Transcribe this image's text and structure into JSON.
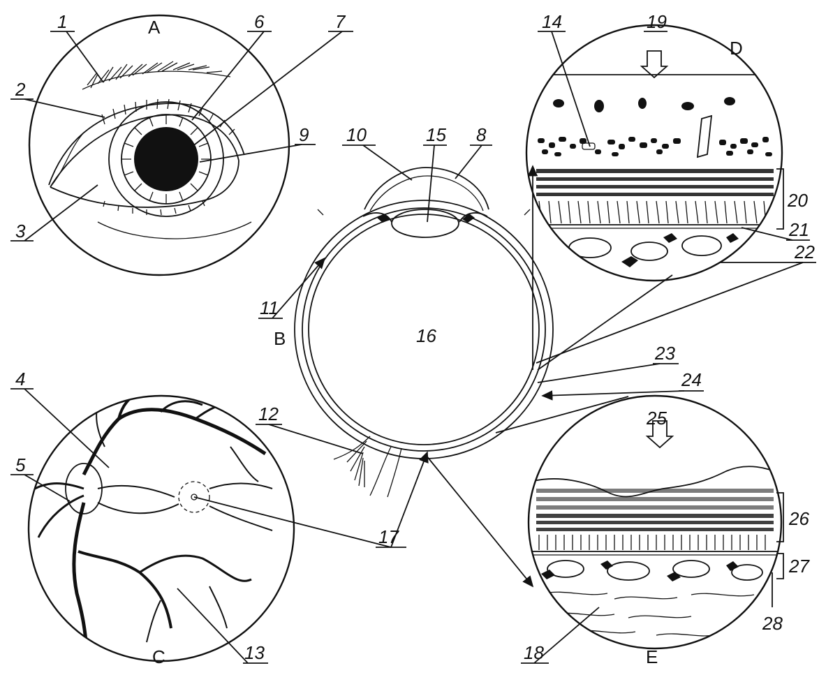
{
  "panels": {
    "A": "A",
    "B": "B",
    "C": "C",
    "D": "D",
    "E": "E"
  },
  "numbers": {
    "n1": "1",
    "n2": "2",
    "n3": "3",
    "n4": "4",
    "n5": "5",
    "n6": "6",
    "n7": "7",
    "n8": "8",
    "n9": "9",
    "n10": "10",
    "n11": "11",
    "n12": "12",
    "n13": "13",
    "n14": "14",
    "n15": "15",
    "n16": "16",
    "n17": "17",
    "n18": "18",
    "n19": "19",
    "n20": "20",
    "n21": "21",
    "n22": "22",
    "n23": "23",
    "n24": "24",
    "n25": "25",
    "n26": "26",
    "n27": "27",
    "n28": "28"
  }
}
